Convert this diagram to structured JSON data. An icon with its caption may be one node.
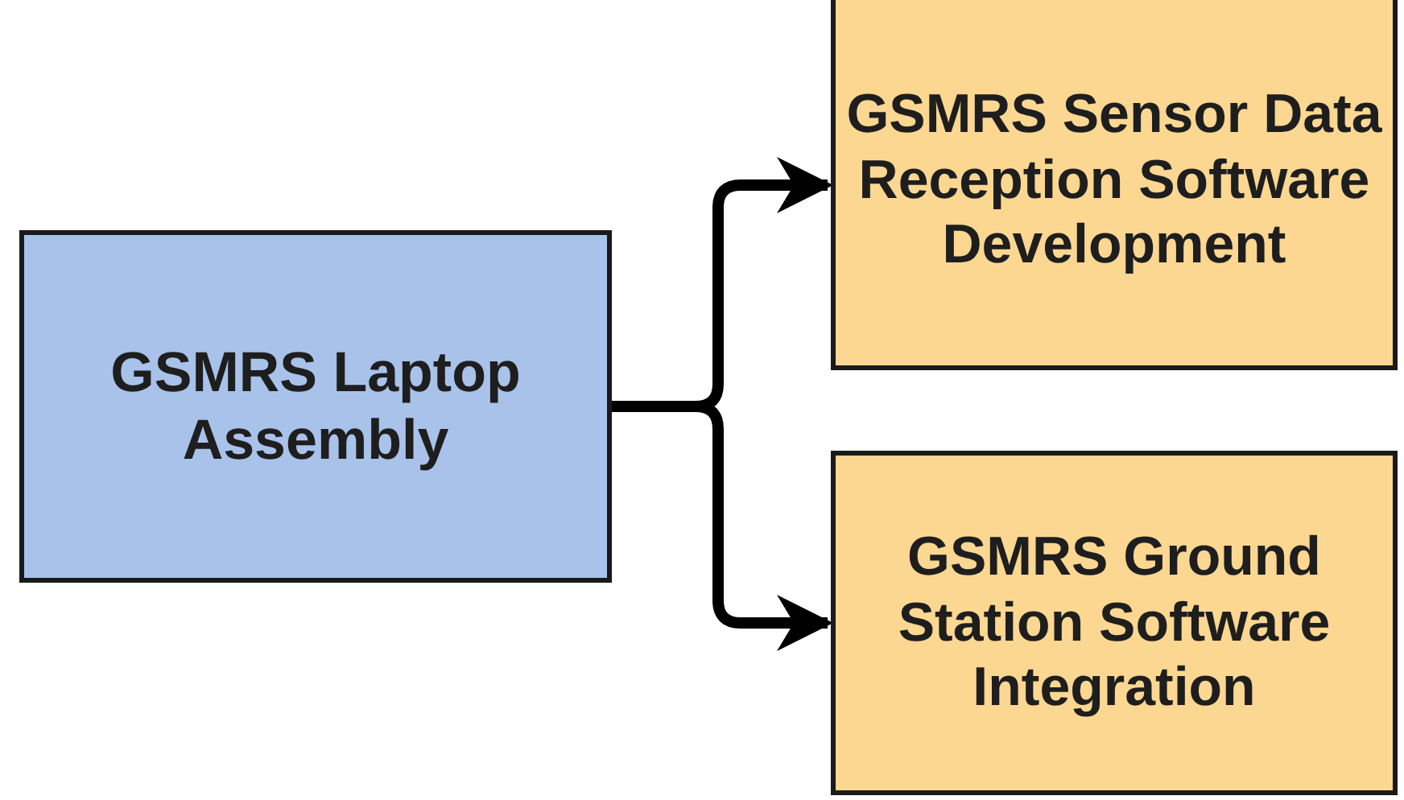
{
  "diagram": {
    "nodes": [
      {
        "text": [
          "GSMRS Laptop Assembly"
        ]
      },
      {
        "text": [
          "GSMRS Sensor Data Reception Software Development"
        ]
      },
      {
        "text": [
          "GSMRS Ground Station Software Integration"
        ]
      }
    ],
    "edges": [
      {
        "from": 0,
        "to": 1,
        "arrow": "to"
      },
      {
        "from": 0,
        "to": 2,
        "arrow": "to"
      }
    ]
  }
}
